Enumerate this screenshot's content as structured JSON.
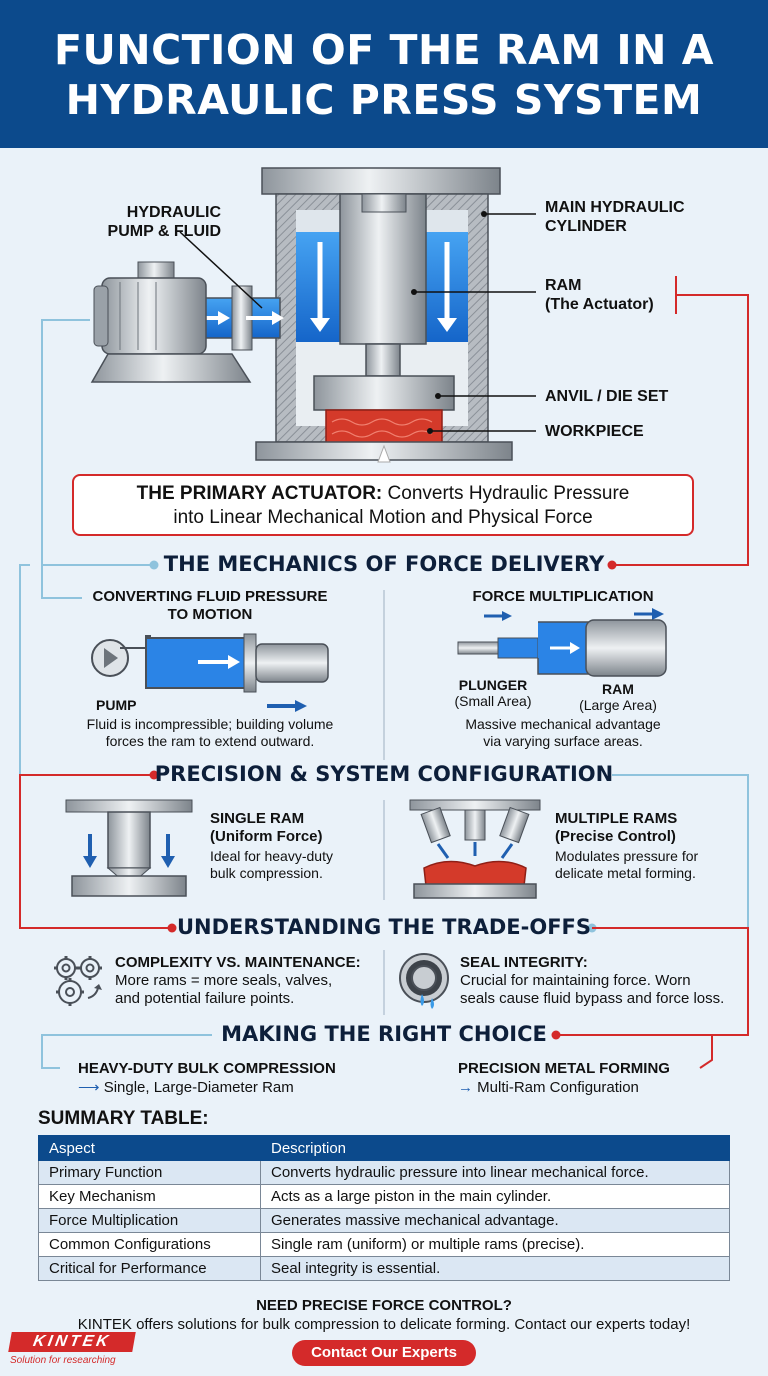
{
  "header": {
    "title_line1": "FUNCTION OF THE RAM IN A",
    "title_line2": "HYDRAULIC PRESS SYSTEM"
  },
  "diagram": {
    "pump_label_line1": "HYDRAULIC",
    "pump_label_line2": "PUMP & FLUID",
    "cylinder_label_line1": "MAIN HYDRAULIC",
    "cylinder_label_line2": "CYLINDER",
    "ram_label_line1": "RAM",
    "ram_label_line2": "(The Actuator)",
    "anvil_label": "ANVIL / DIE SET",
    "workpiece_label": "WORKPIECE"
  },
  "callout": {
    "bold": "THE PRIMARY ACTUATOR:",
    "line1_rest": " Converts Hydraulic Pressure",
    "line2": "into Linear Mechanical Motion and Physical Force"
  },
  "mechanics": {
    "title": "THE MECHANICS OF FORCE DELIVERY",
    "left_title_line1": "CONVERTING FLUID PRESSURE",
    "left_title_line2": "TO MOTION",
    "pump_label": "PUMP",
    "left_desc_line1": "Fluid is incompressible; building volume",
    "left_desc_line2": "forces the ram to extend outward.",
    "right_title": "FORCE MULTIPLICATION",
    "plunger_label": "PLUNGER",
    "plunger_sub": "(Small Area)",
    "ram_label": "RAM",
    "ram_sub": "(Large Area)",
    "right_desc_line1": "Massive mechanical advantage",
    "right_desc_line2": "via varying surface areas."
  },
  "precision": {
    "title": "PRECISION & SYSTEM CONFIGURATION",
    "single_title_line1": "SINGLE RAM",
    "single_title_line2": "(Uniform Force)",
    "single_desc_line1": "Ideal for heavy-duty",
    "single_desc_line2": "bulk compression.",
    "multi_title_line1": "MULTIPLE RAMS",
    "multi_title_line2": "(Precise Control)",
    "multi_desc_line1": "Modulates pressure for",
    "multi_desc_line2": "delicate metal forming."
  },
  "tradeoffs": {
    "title": "UNDERSTANDING THE TRADE-OFFS",
    "complexity_title": "COMPLEXITY VS. MAINTENANCE:",
    "complexity_line1": "More rams = more seals, valves,",
    "complexity_line2": "and potential failure points.",
    "seal_title": "SEAL INTEGRITY:",
    "seal_line1": "Crucial for maintaining force. Worn",
    "seal_line2": "seals cause fluid bypass and force loss."
  },
  "choice": {
    "title": "MAKING THE RIGHT CHOICE",
    "left_title": "HEAVY-DUTY BULK COMPRESSION",
    "left_sub": "Single, Large-Diameter Ram",
    "right_title": "PRECISION METAL FORMING",
    "right_sub": "Multi-Ram Configuration"
  },
  "summary": {
    "title": "SUMMARY TABLE:",
    "headers": [
      "Aspect",
      "Description"
    ],
    "rows": [
      [
        "Primary Function",
        "Converts hydraulic pressure into linear mechanical force."
      ],
      [
        "Key Mechanism",
        "Acts as a large piston in the main cylinder."
      ],
      [
        "Force Multiplication",
        "Generates massive mechanical advantage."
      ],
      [
        "Common Configurations",
        "Single ram (uniform) or multiple rams (precise)."
      ],
      [
        "Critical for Performance",
        "Seal integrity is essential."
      ]
    ]
  },
  "cta": {
    "question": "NEED PRECISE FORCE CONTROL?",
    "text": "KINTEK offers solutions for bulk compression to delicate forming. Contact our experts today!",
    "button": "Contact Our Experts"
  },
  "logo": {
    "name": "KINTEK",
    "tagline": "Solution for researching"
  },
  "colors": {
    "brand_blue": "#0c4a8c",
    "accent_red": "#d42a2a",
    "fluid_blue": "#1f7ae0",
    "workpiece_red": "#d43a2a",
    "connector_blue": "#8fc3dd"
  }
}
